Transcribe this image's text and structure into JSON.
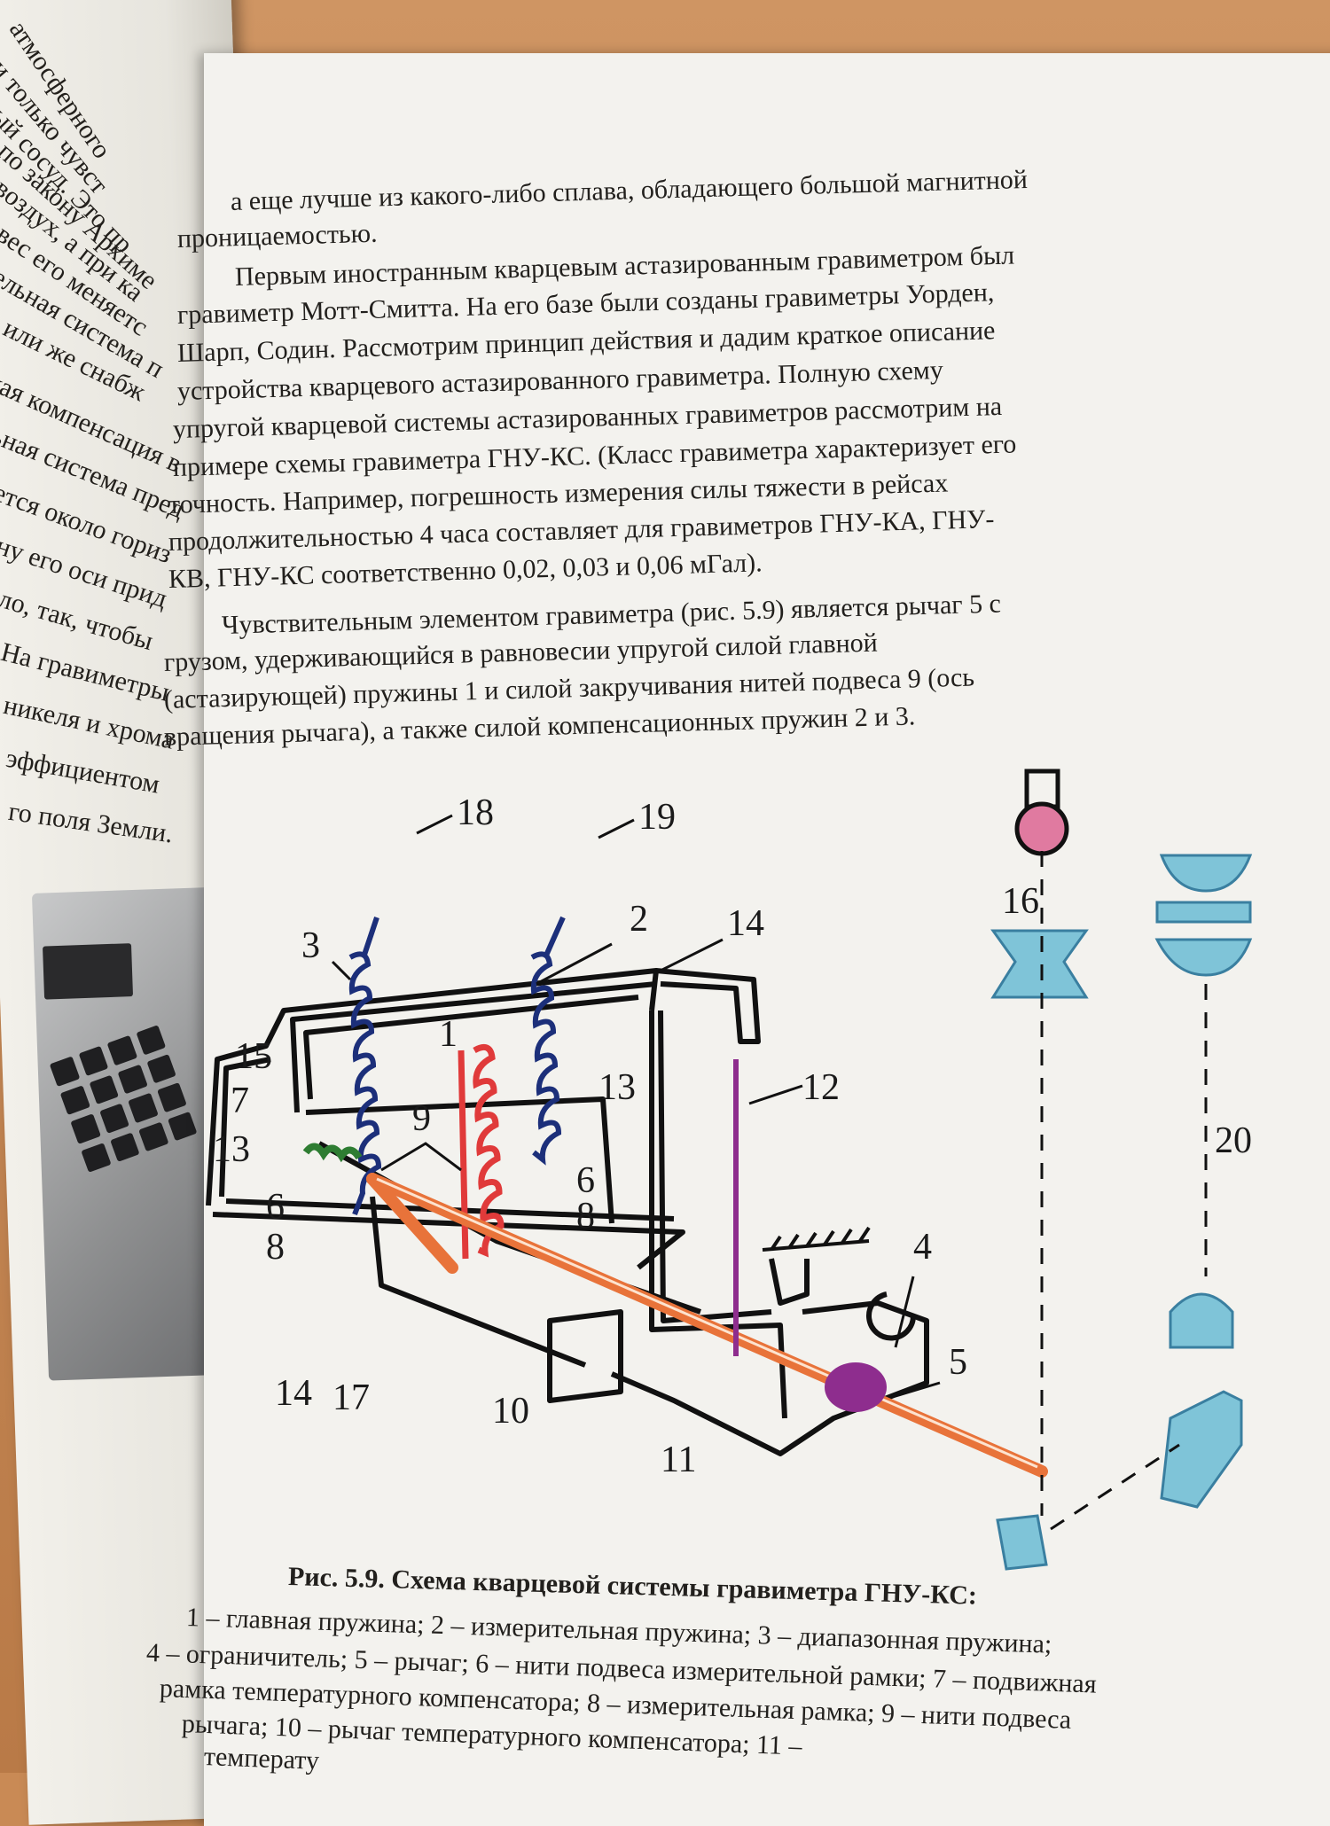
{
  "left_page": {
    "lines": [
      "атмосферного",
      "если только чувст",
      "рытый сосуд. Это пр",
      "ю, по закону Архиме",
      "м воздух, а при ка",
      "й вес его меняетс",
      "тельная система п",
      "или же снабж",
      "кая компенсация в",
      "ьная система пред",
      "ется около гориз",
      "ну его оси прид",
      "ло, так, чтобы",
      "На гравиметры",
      "никеля и хрома",
      "эффициентом",
      "го поля Земли."
    ]
  },
  "body_text": {
    "lines": [
      "а еще лучше из какого-либо сплава, обладающего большой магнитной",
      "проницаемостью.",
      "Первым иностранным кварцевым астазированным гравиметром был",
      "гравиметр Мотт-Смитта. На его базе были созданы гравиметры Уорден,",
      "Шарп, Содин. Рассмотрим принцип действия и дадим краткое описание",
      "устройства кварцевого астазированного гравиметра. Полную схему",
      "упругой кварцевой системы астазированных гравиметров рассмотрим на",
      "примере схемы гравиметра ГНУ-КС. (Класс гравиметра характеризует его",
      "точность. Например, погрешность измерения силы тяжести в рейсах",
      "продолжительностью 4 часа составляет для гравиметров ГНУ-КА, ГНУ-",
      "КВ, ГНУ-КС соответственно 0,02, 0,03 и 0,06 мГал).",
      "Чувствительным элементом гравиметра (рис. 5.9) является рычаг 5 с",
      "грузом, удерживающийся в равновесии упругой силой главной",
      "(астазирующей) пружины 1 и силой закручивания нитей подвеса 9 (ось",
      "вращения рычага), а также силой компенсационных пружин 2 и 3."
    ]
  },
  "figure": {
    "labels": {
      "n1": "1",
      "n2": "2",
      "n3": "3",
      "n4": "4",
      "n5": "5",
      "n6a": "6",
      "n6b": "6",
      "n7": "7",
      "n8a": "8",
      "n8b": "8",
      "n9": "9",
      "n10": "10",
      "n11": "11",
      "n12": "12",
      "n13a": "13",
      "n13b": "13",
      "n14a": "14",
      "n14b": "14",
      "n15": "15",
      "n16": "16",
      "n17": "17",
      "n18": "18",
      "n19": "19",
      "n20": "20"
    },
    "colors": {
      "spring_main": "#e03a3a",
      "spring_comp": "#1c2f7a",
      "spring_green": "#2e7d32",
      "lever": "#e8733a",
      "rod": "#8e2d8e",
      "optics": "#7fc4d8",
      "lamp": "#e07aa0"
    }
  },
  "caption": {
    "title": "Рис. 5.9. Схема кварцевой системы гравиметра  ГНУ-КС:",
    "lines": [
      "1 – главная пружина; 2 – измерительная пружина; 3 – диапазонная пружина;",
      "4 – ограничитель; 5 – рычаг; 6 – нити подвеса измерительной рамки; 7 – подвижная",
      "рамка температурного компенсатора; 8 – измерительная рамка; 9 – нити подвеса",
      "рычага; 10 – рычаг температурного компенсатора; 11 –",
      "температу"
    ]
  }
}
